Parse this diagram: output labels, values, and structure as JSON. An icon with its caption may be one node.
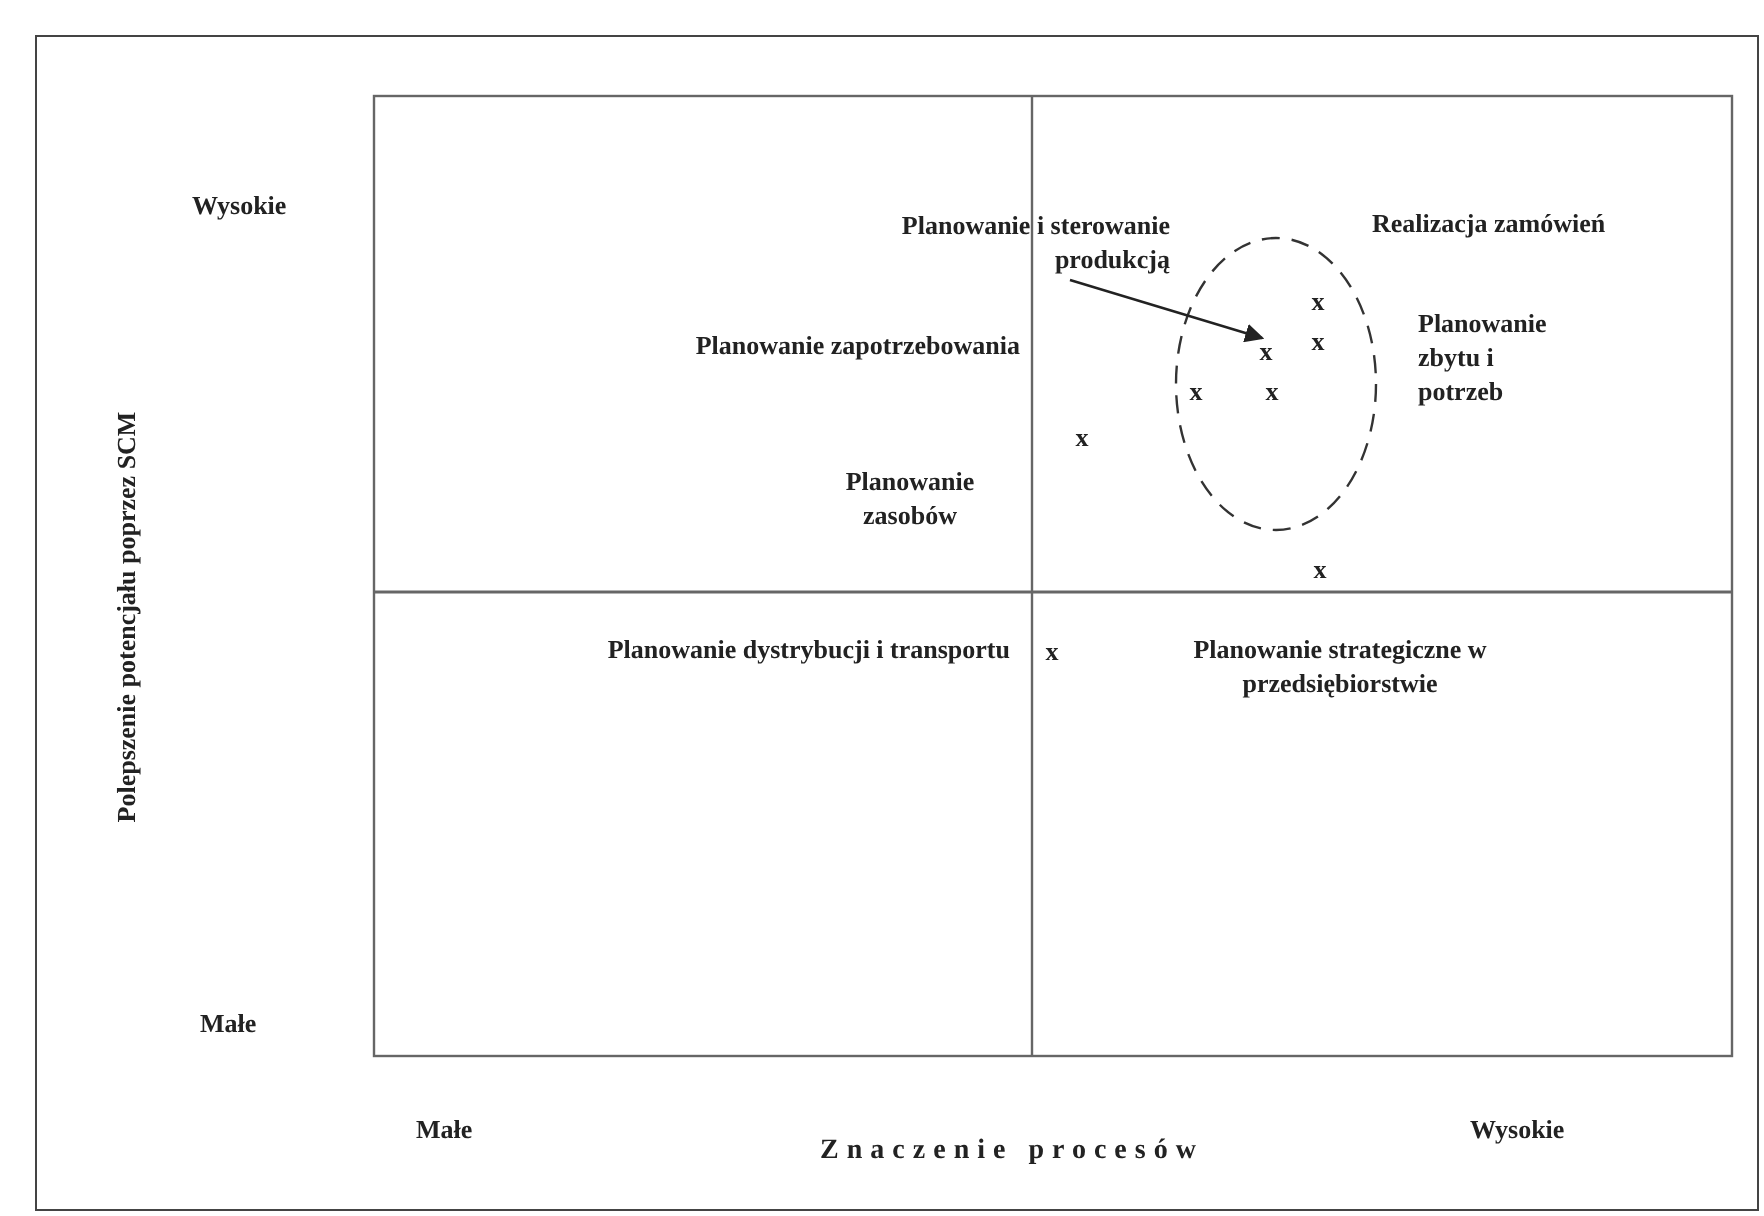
{
  "diagram": {
    "nodes": [
      {
        "text": [
          "Planowanie i sterowanie produkcją"
        ]
      },
      {
        "text": [
          "x"
        ]
      }
    ],
    "edges": [
      {
        "from": 0,
        "to": 1,
        "arrow": "to"
      }
    ],
    "labels": [
      "Wysokie",
      "Realizacja zamówień",
      "x",
      "Planowanie zapotrzebowania",
      "Planowanie zbytu i potrzeb",
      "x",
      "x",
      "x",
      "x",
      "Planowanie zasobów",
      "x",
      "Planowanie dystrybucji i transportu",
      "x",
      "Planowanie strategiczne w przedsiębiorstwie",
      "Polepszenie potencjału poprzez SCM",
      "Małe",
      "Małe",
      "Znaczenie procesów",
      "Wysokie"
    ]
  }
}
